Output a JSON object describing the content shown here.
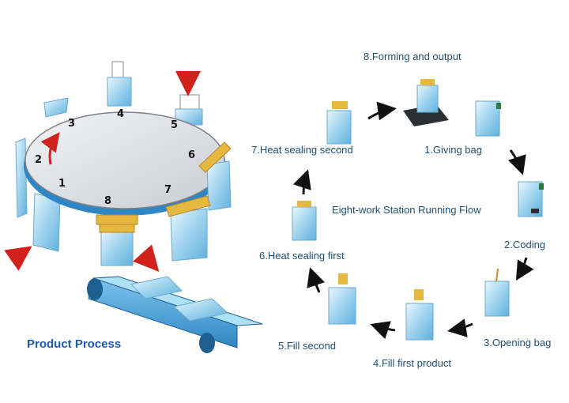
{
  "left_panel": {
    "title": "Product  Process",
    "station_numbers": [
      "1",
      "2",
      "3",
      "4",
      "5",
      "6",
      "7",
      "8"
    ]
  },
  "right_panel": {
    "center_label": "Eight-work Station Running Flow",
    "steps": [
      "1.Giving bag",
      "2.Coding",
      "3.Opening bag",
      "4.Fill first product",
      "5.Fill second",
      "6.Heat sealing first",
      "7.Heat sealing second",
      "8.Forming and output"
    ]
  },
  "colors": {
    "label_text": "#1f4f73",
    "title_text": "#1e5aa8",
    "conveyor_blue": "#2f86c4",
    "bag_blue": "#bfe3f5",
    "clamp_yellow": "#e5b840",
    "rotation_arrow": "#d0221b",
    "feed_arrow": "#e0b53a"
  }
}
